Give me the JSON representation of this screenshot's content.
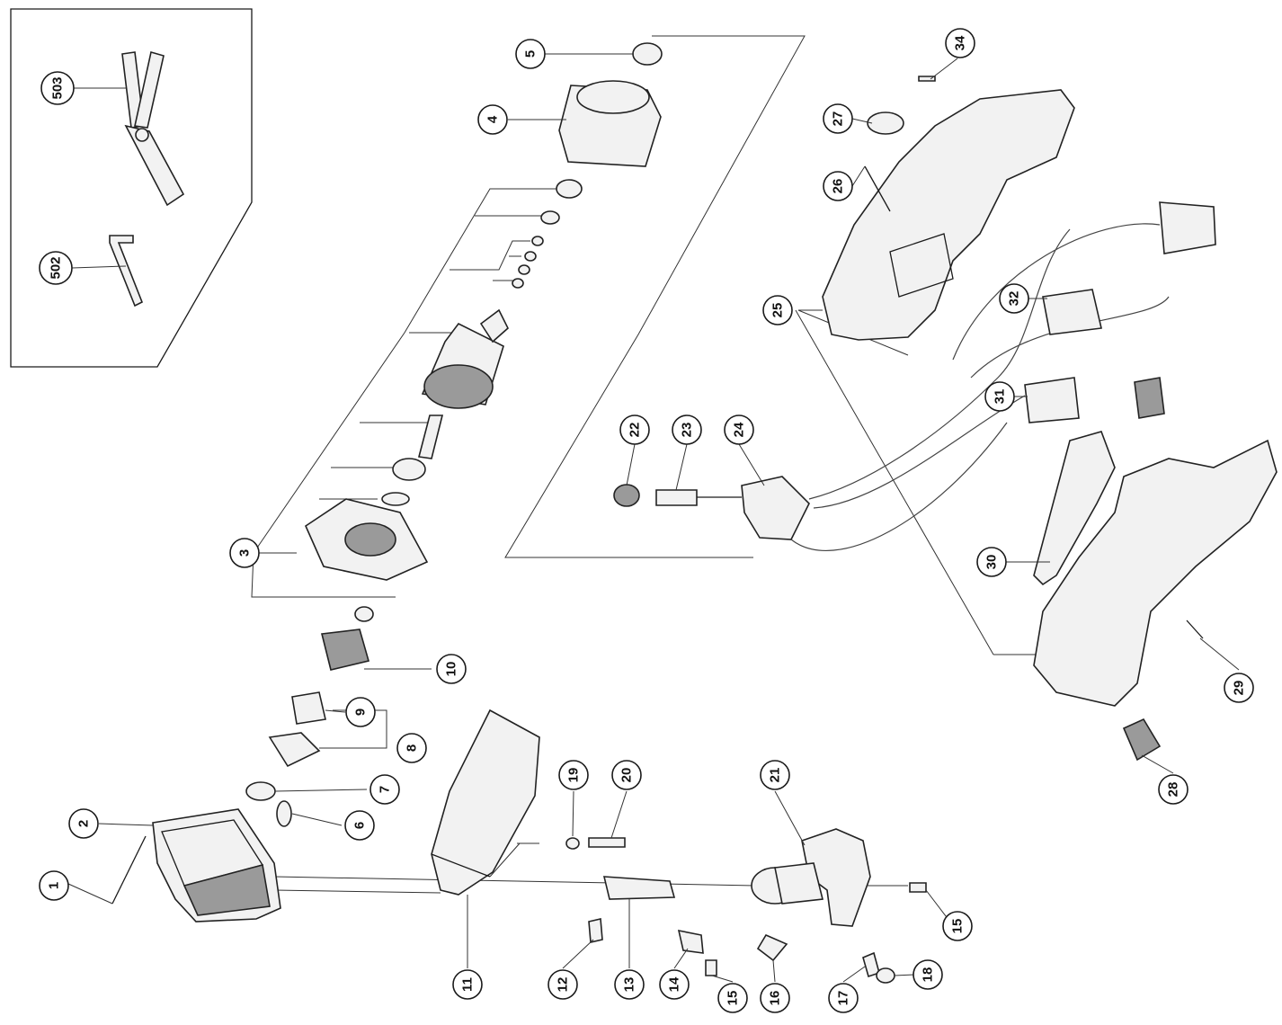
{
  "callouts": [
    {
      "id": "c1",
      "label": "1"
    },
    {
      "id": "c2",
      "label": "2"
    },
    {
      "id": "c3",
      "label": "3"
    },
    {
      "id": "c4",
      "label": "4"
    },
    {
      "id": "c5",
      "label": "5"
    },
    {
      "id": "c6",
      "label": "6"
    },
    {
      "id": "c7",
      "label": "7"
    },
    {
      "id": "c8",
      "label": "8"
    },
    {
      "id": "c9",
      "label": "9"
    },
    {
      "id": "c10",
      "label": "10"
    },
    {
      "id": "c11",
      "label": "11"
    },
    {
      "id": "c12",
      "label": "12"
    },
    {
      "id": "c13",
      "label": "13"
    },
    {
      "id": "c14",
      "label": "14"
    },
    {
      "id": "c15a",
      "label": "15"
    },
    {
      "id": "c15b",
      "label": "15"
    },
    {
      "id": "c16",
      "label": "16"
    },
    {
      "id": "c17",
      "label": "17"
    },
    {
      "id": "c18",
      "label": "18"
    },
    {
      "id": "c19",
      "label": "19"
    },
    {
      "id": "c20",
      "label": "20"
    },
    {
      "id": "c21",
      "label": "21"
    },
    {
      "id": "c22",
      "label": "22"
    },
    {
      "id": "c23",
      "label": "23"
    },
    {
      "id": "c24",
      "label": "24"
    },
    {
      "id": "c25",
      "label": "25"
    },
    {
      "id": "c26",
      "label": "26"
    },
    {
      "id": "c27",
      "label": "27"
    },
    {
      "id": "c28",
      "label": "28"
    },
    {
      "id": "c29",
      "label": "29"
    },
    {
      "id": "c30",
      "label": "30"
    },
    {
      "id": "c31",
      "label": "31"
    },
    {
      "id": "c32",
      "label": "32"
    },
    {
      "id": "c34",
      "label": "34"
    },
    {
      "id": "c502",
      "label": "502"
    },
    {
      "id": "c503",
      "label": "503"
    }
  ]
}
